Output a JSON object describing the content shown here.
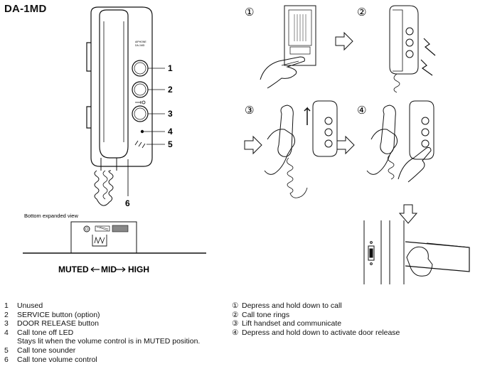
{
  "title": "DA-1MD",
  "device_brand": "AIPHONE",
  "device_model": "DA-1MD",
  "callouts": [
    "1",
    "2",
    "3",
    "4",
    "5",
    "6"
  ],
  "bottom_view_label": "Bottom expanded view",
  "volume_scale": {
    "muted": "MUTED",
    "mid": "MID",
    "high": "HIGH"
  },
  "step_markers": [
    "①",
    "②",
    "③",
    "④"
  ],
  "parts_legend": [
    {
      "num": "1",
      "text": "Unused"
    },
    {
      "num": "2",
      "text": "SERVICE button (option)"
    },
    {
      "num": "3",
      "text": "DOOR RELEASE button"
    },
    {
      "num": "4",
      "text": "Call tone off LED"
    },
    {
      "num": "",
      "text": "Stays lit when the volume control is in MUTED position."
    },
    {
      "num": "5",
      "text": "Call tone sounder"
    },
    {
      "num": "6",
      "text": "Call tone volume control"
    }
  ],
  "steps_legend": [
    {
      "num": "①",
      "text": "Depress and hold down to call"
    },
    {
      "num": "②",
      "text": "Call tone rings"
    },
    {
      "num": "③",
      "text": "Lift handset and communicate"
    },
    {
      "num": "④",
      "text": "Depress and hold down to activate door release"
    }
  ]
}
